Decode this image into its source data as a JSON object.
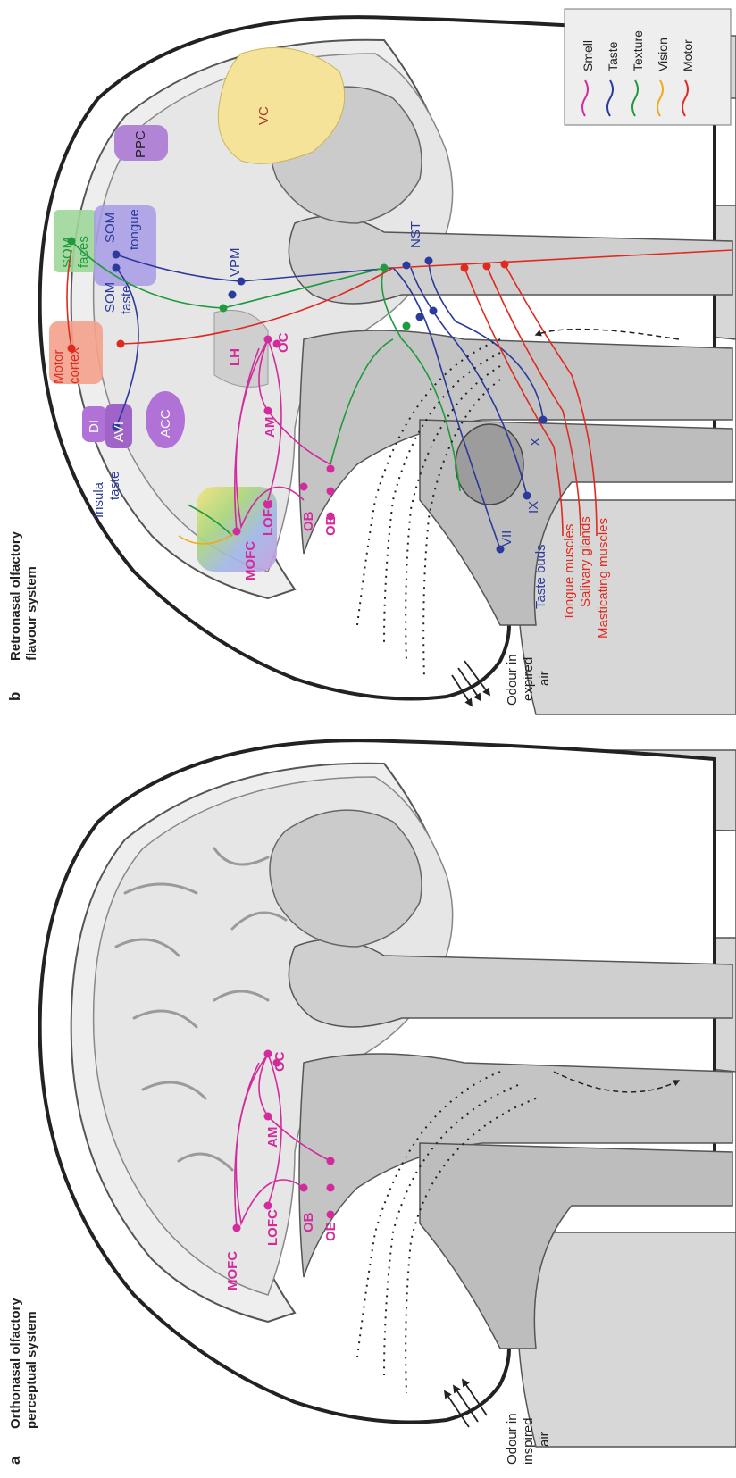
{
  "panel_a": {
    "letter": "a",
    "title_line1": "Orthonasal olfactory",
    "title_line2": "perceptual system",
    "labels": {
      "mofc": "MOFC",
      "lofc": "LOFC",
      "oe": "OE",
      "ob": "OB",
      "am": "AM",
      "oc": "OC"
    },
    "odour_line1": "Odour in",
    "odour_line2": "inspired",
    "odour_line3": "air"
  },
  "panel_b": {
    "letter": "b",
    "title_line1": "Retronasal olfactory",
    "title_line2": "flavour system",
    "labels": {
      "vc": "VC",
      "ppc": "PPC",
      "som_faces_1": "SOM",
      "som_faces_2": "faces",
      "som_tongue_1": "SOM",
      "som_tongue_2": "tongue",
      "som_taste_1": "SOM",
      "som_taste_2": "taste",
      "vpm": "VPM",
      "nst": "NST",
      "motor_1": "Motor",
      "motor_2": "cortex",
      "insula_1": "Insula",
      "insula_2": "taste",
      "di": "DI",
      "avi": "AVI",
      "acc": "ACC",
      "lh": "LH",
      "oc": "OC",
      "am": "AM",
      "mofc": "MOFC",
      "lofc": "LOFC",
      "ob": "OB",
      "oe": "OE",
      "vii": "VII",
      "ix": "IX",
      "x": "X",
      "taste_buds": "Taste buds",
      "tongue_muscles": "Tongue muscles",
      "salivary_glands": "Salivary glands",
      "masticating_muscles": "Masticating muscles"
    },
    "odour_line1": "Odour in",
    "odour_line2": "expired",
    "odour_line3": "air"
  },
  "legend": {
    "items": [
      {
        "label": "Smell",
        "color": "#d12b9c"
      },
      {
        "label": "Taste",
        "color": "#2b3a9c"
      },
      {
        "label": "Texture",
        "color": "#1f9a3c"
      },
      {
        "label": "Vision",
        "color": "#f2a81c"
      },
      {
        "label": "Motor",
        "color": "#e02a20"
      }
    ]
  },
  "colors": {
    "smell": "#d12b9c",
    "taste": "#2b3a9c",
    "texture": "#1f9a3c",
    "vision": "#f2a81c",
    "motor": "#e02a20"
  }
}
